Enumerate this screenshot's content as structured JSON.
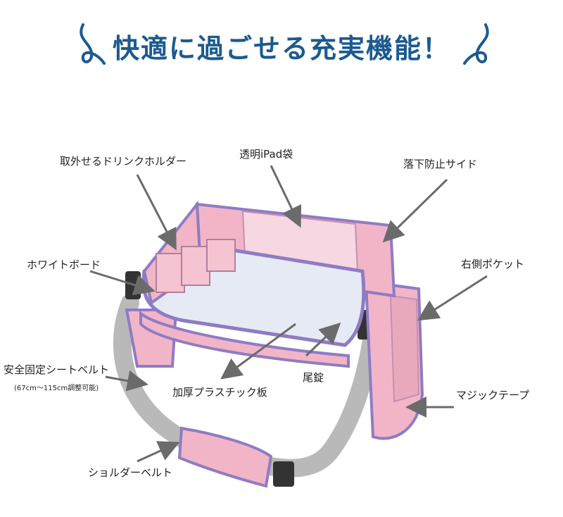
{
  "title": "快適に過ごせる充実機能！",
  "labels": {
    "drink_holder": "取外せるドリンクホルダー",
    "ipad_bag": "透明iPad袋",
    "fall_guard": "落下防止サイド",
    "whiteboard": "ホワイトボード",
    "right_pocket": "右側ポケット",
    "seat_belt": "安全固定シートベルト",
    "seat_belt_note": "(67cm〜115cm調整可能)",
    "plastic_board": "加厚プラスチック板",
    "tail_lock": "尾錠",
    "magic_tape": "マジックテープ",
    "shoulder_belt": "ショルダーベルト"
  },
  "colors": {
    "title": "#1b5a8f",
    "pink": "#f2b5c8",
    "purple": "#8e7cc3",
    "strap": "#b9b9b9",
    "arrow": "#6b6b6b"
  }
}
